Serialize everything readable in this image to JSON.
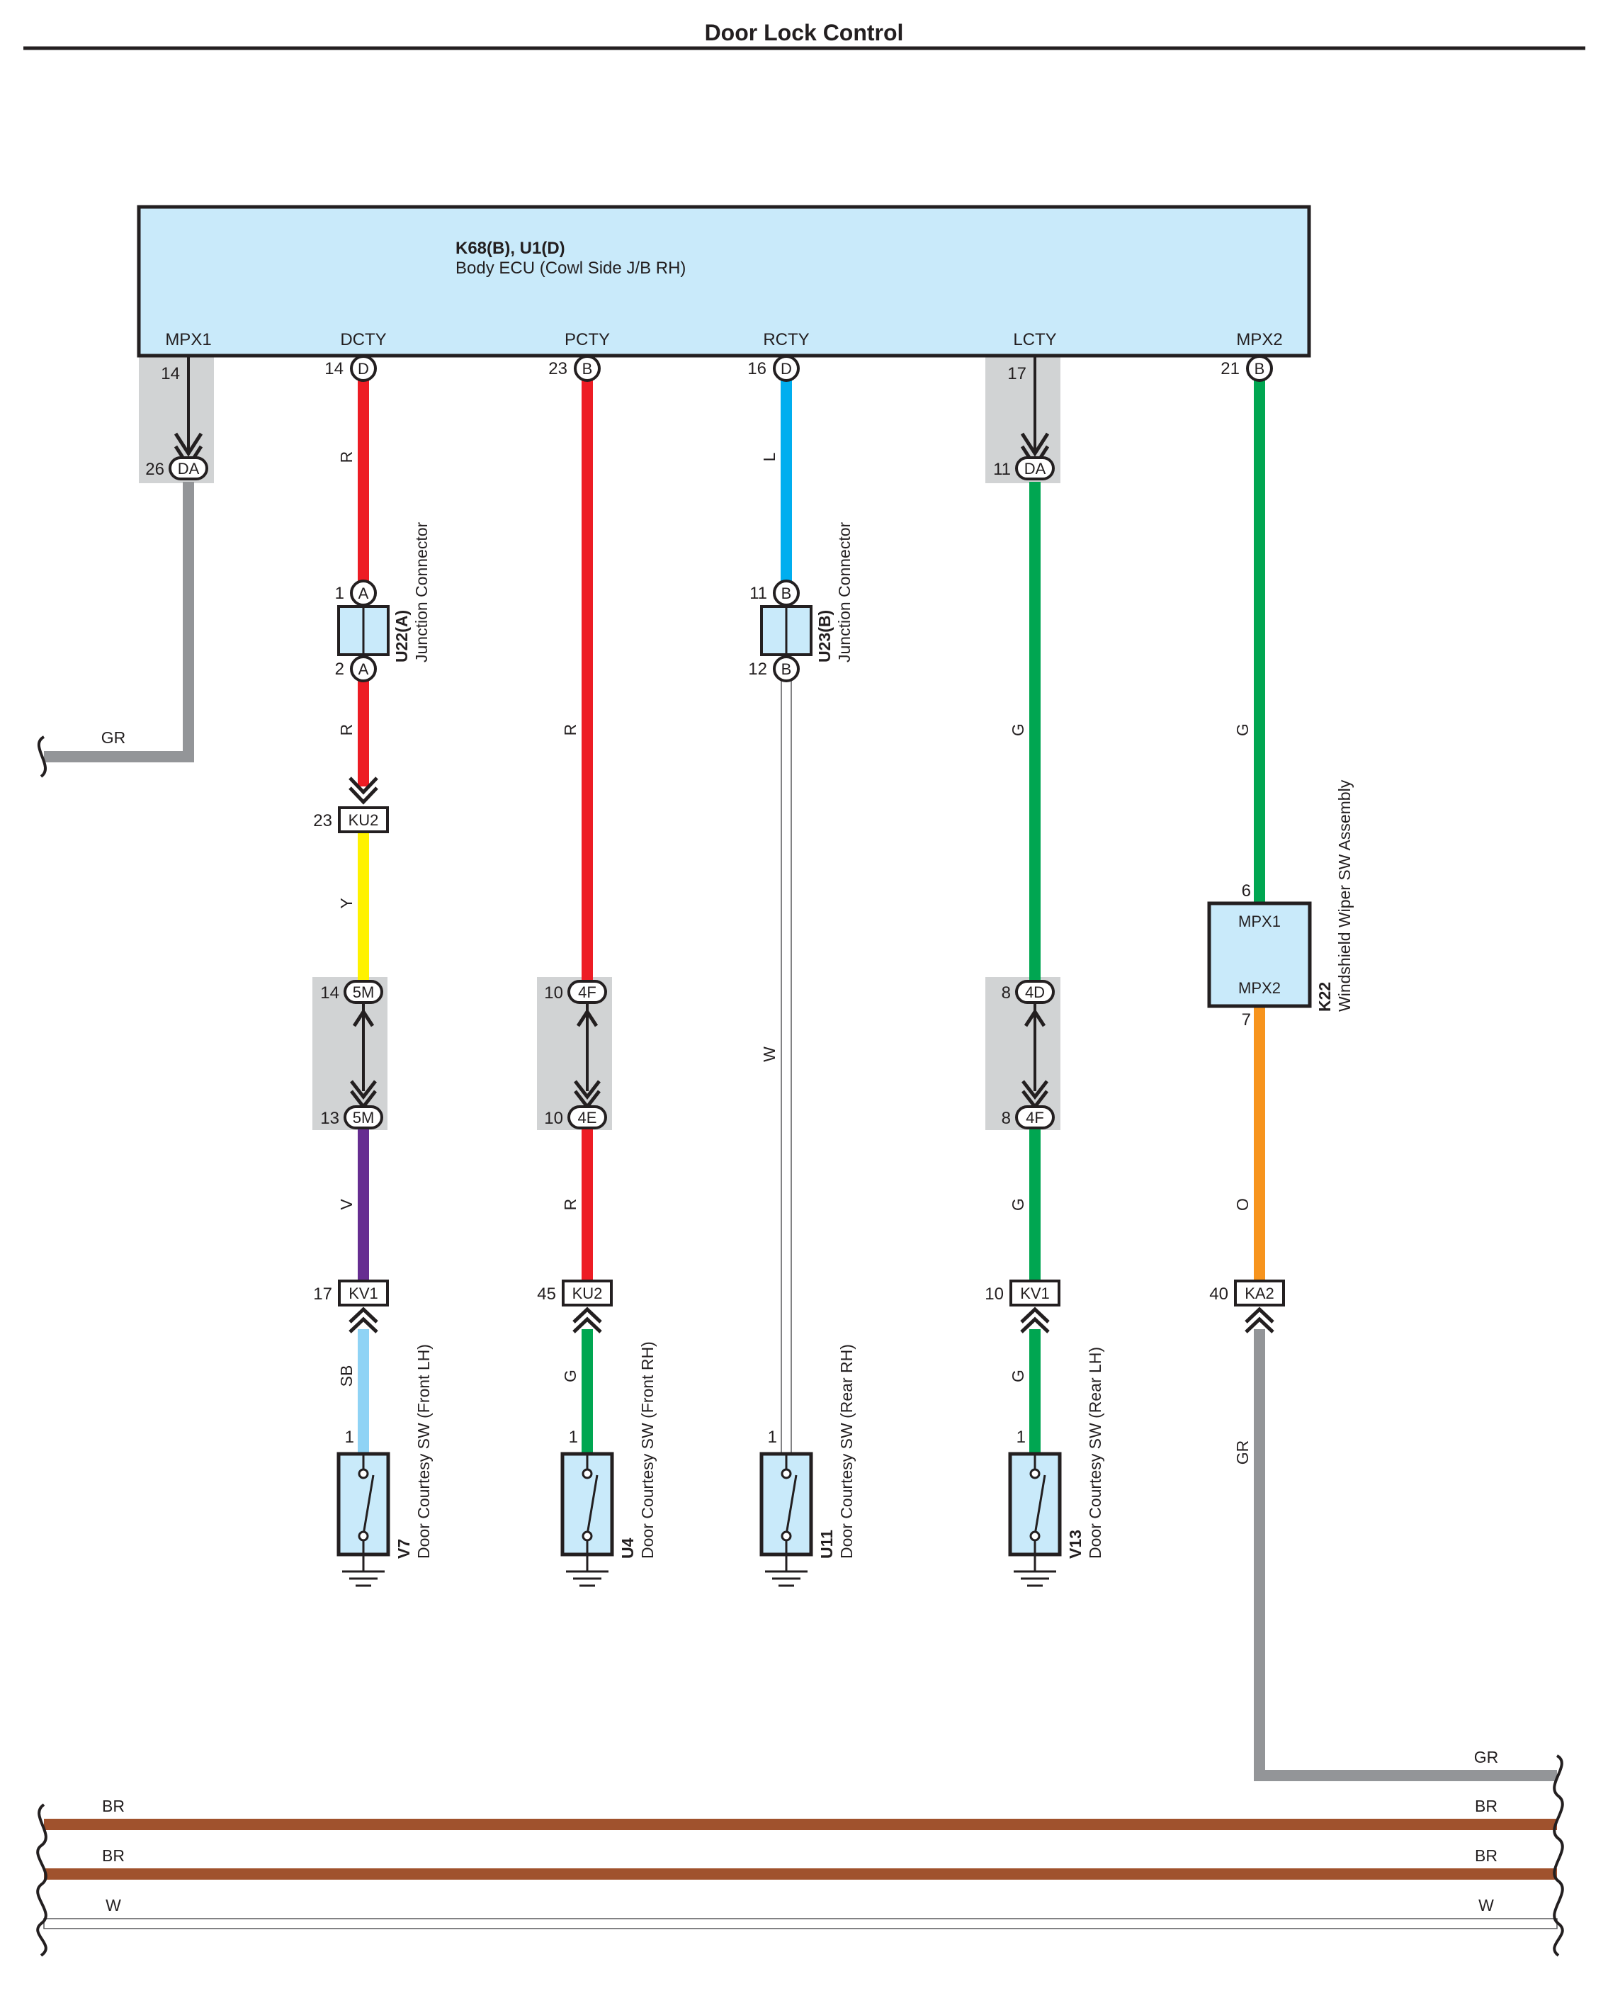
{
  "title": "Door Lock Control",
  "ecu": {
    "code": "K68(B), U1(D)",
    "name": "Body ECU (Cowl Side J/B RH)",
    "terminals": [
      "MPX1",
      "DCTY",
      "PCTY",
      "RCTY",
      "LCTY",
      "MPX2"
    ],
    "pins": [
      {
        "num": "14",
        "conn": ""
      },
      {
        "num": "14",
        "conn": "D"
      },
      {
        "num": "23",
        "conn": "B"
      },
      {
        "num": "16",
        "conn": "D"
      },
      {
        "num": "17",
        "conn": ""
      },
      {
        "num": "21",
        "conn": "B"
      }
    ]
  },
  "junctions": {
    "da_left": {
      "pin": "26",
      "conn": "DA"
    },
    "da_right": {
      "pin": "11",
      "conn": "DA"
    },
    "u22": {
      "code": "U22(A)",
      "name": "Junction Connector",
      "pin_in": "1",
      "pin_out": "2",
      "conn": "A"
    },
    "u23": {
      "code": "U23(B)",
      "name": "Junction Connector",
      "pin_in": "11",
      "pin_out": "12",
      "conn": "B"
    },
    "ku2_top": {
      "pin": "23",
      "conn": "KU2"
    },
    "c5m_top": {
      "pin": "14",
      "conn": "5M"
    },
    "c5m_bot": {
      "pin": "13",
      "conn": "5M"
    },
    "c4f_top": {
      "pin": "10",
      "conn": "4F"
    },
    "c4e_bot": {
      "pin": "10",
      "conn": "4E"
    },
    "c4d_top": {
      "pin": "8",
      "conn": "4D"
    },
    "c4f_bot": {
      "pin": "8",
      "conn": "4F"
    },
    "kv1_left": {
      "pin": "17",
      "conn": "KV1"
    },
    "ku2_bot": {
      "pin": "45",
      "conn": "KU2"
    },
    "kv1_right": {
      "pin": "10",
      "conn": "KV1"
    },
    "ka2": {
      "pin": "40",
      "conn": "KA2"
    }
  },
  "wiper": {
    "code": "K22",
    "name": "Windshield Wiper SW Assembly",
    "term_top": "MPX1",
    "term_bottom": "MPX2",
    "pin_top": "6",
    "pin_bottom": "7"
  },
  "switches": [
    {
      "code": "V7",
      "name": "Door Courtesy SW (Front LH)",
      "pin": "1"
    },
    {
      "code": "U4",
      "name": "Door Courtesy SW (Front RH)",
      "pin": "1"
    },
    {
      "code": "U11",
      "name": "Door Courtesy SW (Rear RH)",
      "pin": "1"
    },
    {
      "code": "V13",
      "name": "Door Courtesy SW (Rear LH)",
      "pin": "1"
    }
  ],
  "wire_labels": {
    "gr_left": "GR",
    "dcty_1": "R",
    "dcty_2": "R",
    "dcty_3": "Y",
    "dcty_4": "V",
    "dcty_5": "SB",
    "pcty_1": "R",
    "pcty_2": "R",
    "pcty_3": "G",
    "rcty_1": "L",
    "rcty_2": "W",
    "lcty_1": "G",
    "lcty_2": "G",
    "lcty_3": "G",
    "mpx2_1": "G",
    "mpx2_2": "O",
    "mpx2_3": "GR",
    "bus_gr": "GR",
    "bus_br1_l": "BR",
    "bus_br1_r": "BR",
    "bus_br2_l": "BR",
    "bus_br2_r": "BR",
    "bus_w_l": "W",
    "bus_w_r": "W"
  },
  "colors": {
    "R": "#ed1c24",
    "Y": "#fff200",
    "V": "#662d91",
    "SB": "#8fd3f5",
    "G": "#00a651",
    "L": "#00aeef",
    "O": "#f7941d",
    "GR": "#939598",
    "BR": "#a0522d",
    "W": "#ffffff",
    "ecu_fill": "#c9eafa",
    "connector_bg": "#d1d3d4"
  }
}
